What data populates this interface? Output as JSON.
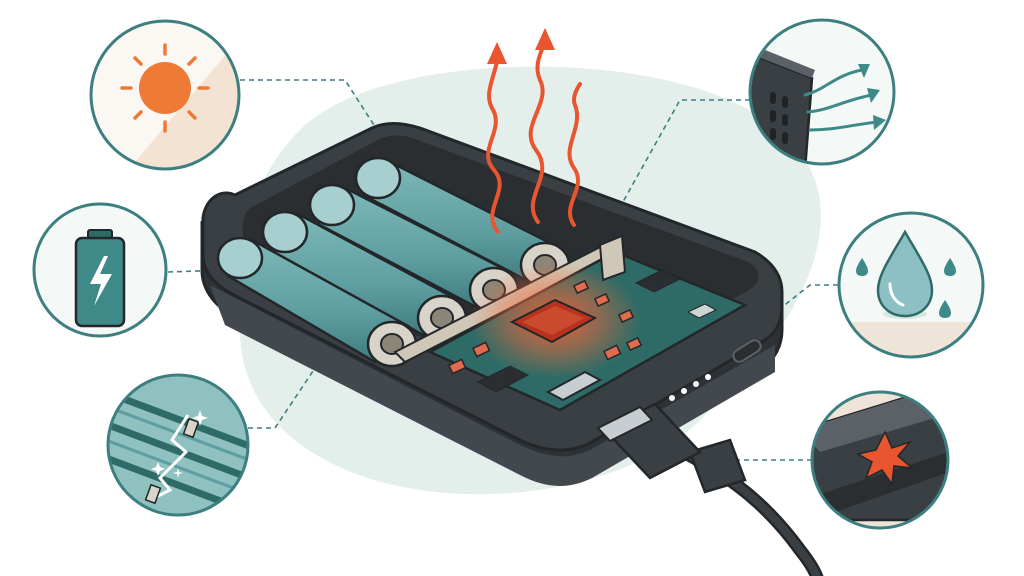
{
  "diagram": {
    "subject": "power-bank-cutaway",
    "callouts": [
      {
        "id": "heat-exposure",
        "icon": "sun-icon"
      },
      {
        "id": "battery-charge",
        "icon": "battery-charge-icon"
      },
      {
        "id": "cell-crack",
        "icon": "crack-icon"
      },
      {
        "id": "ventilation",
        "icon": "airflow-icon"
      },
      {
        "id": "moisture",
        "icon": "water-drop-icon"
      },
      {
        "id": "impact-damage",
        "icon": "impact-burst-icon"
      }
    ],
    "colors": {
      "casing": "#3a3f44",
      "cell": "#5e9ea0",
      "pcb": "#2f6b66",
      "heat": "#e8552f",
      "callout_ring": "#3d7f80",
      "leader": "#3d7f80",
      "background_blob": "#e4efec",
      "sun": "#ef7a36",
      "drop": "#8cc0c4"
    }
  }
}
